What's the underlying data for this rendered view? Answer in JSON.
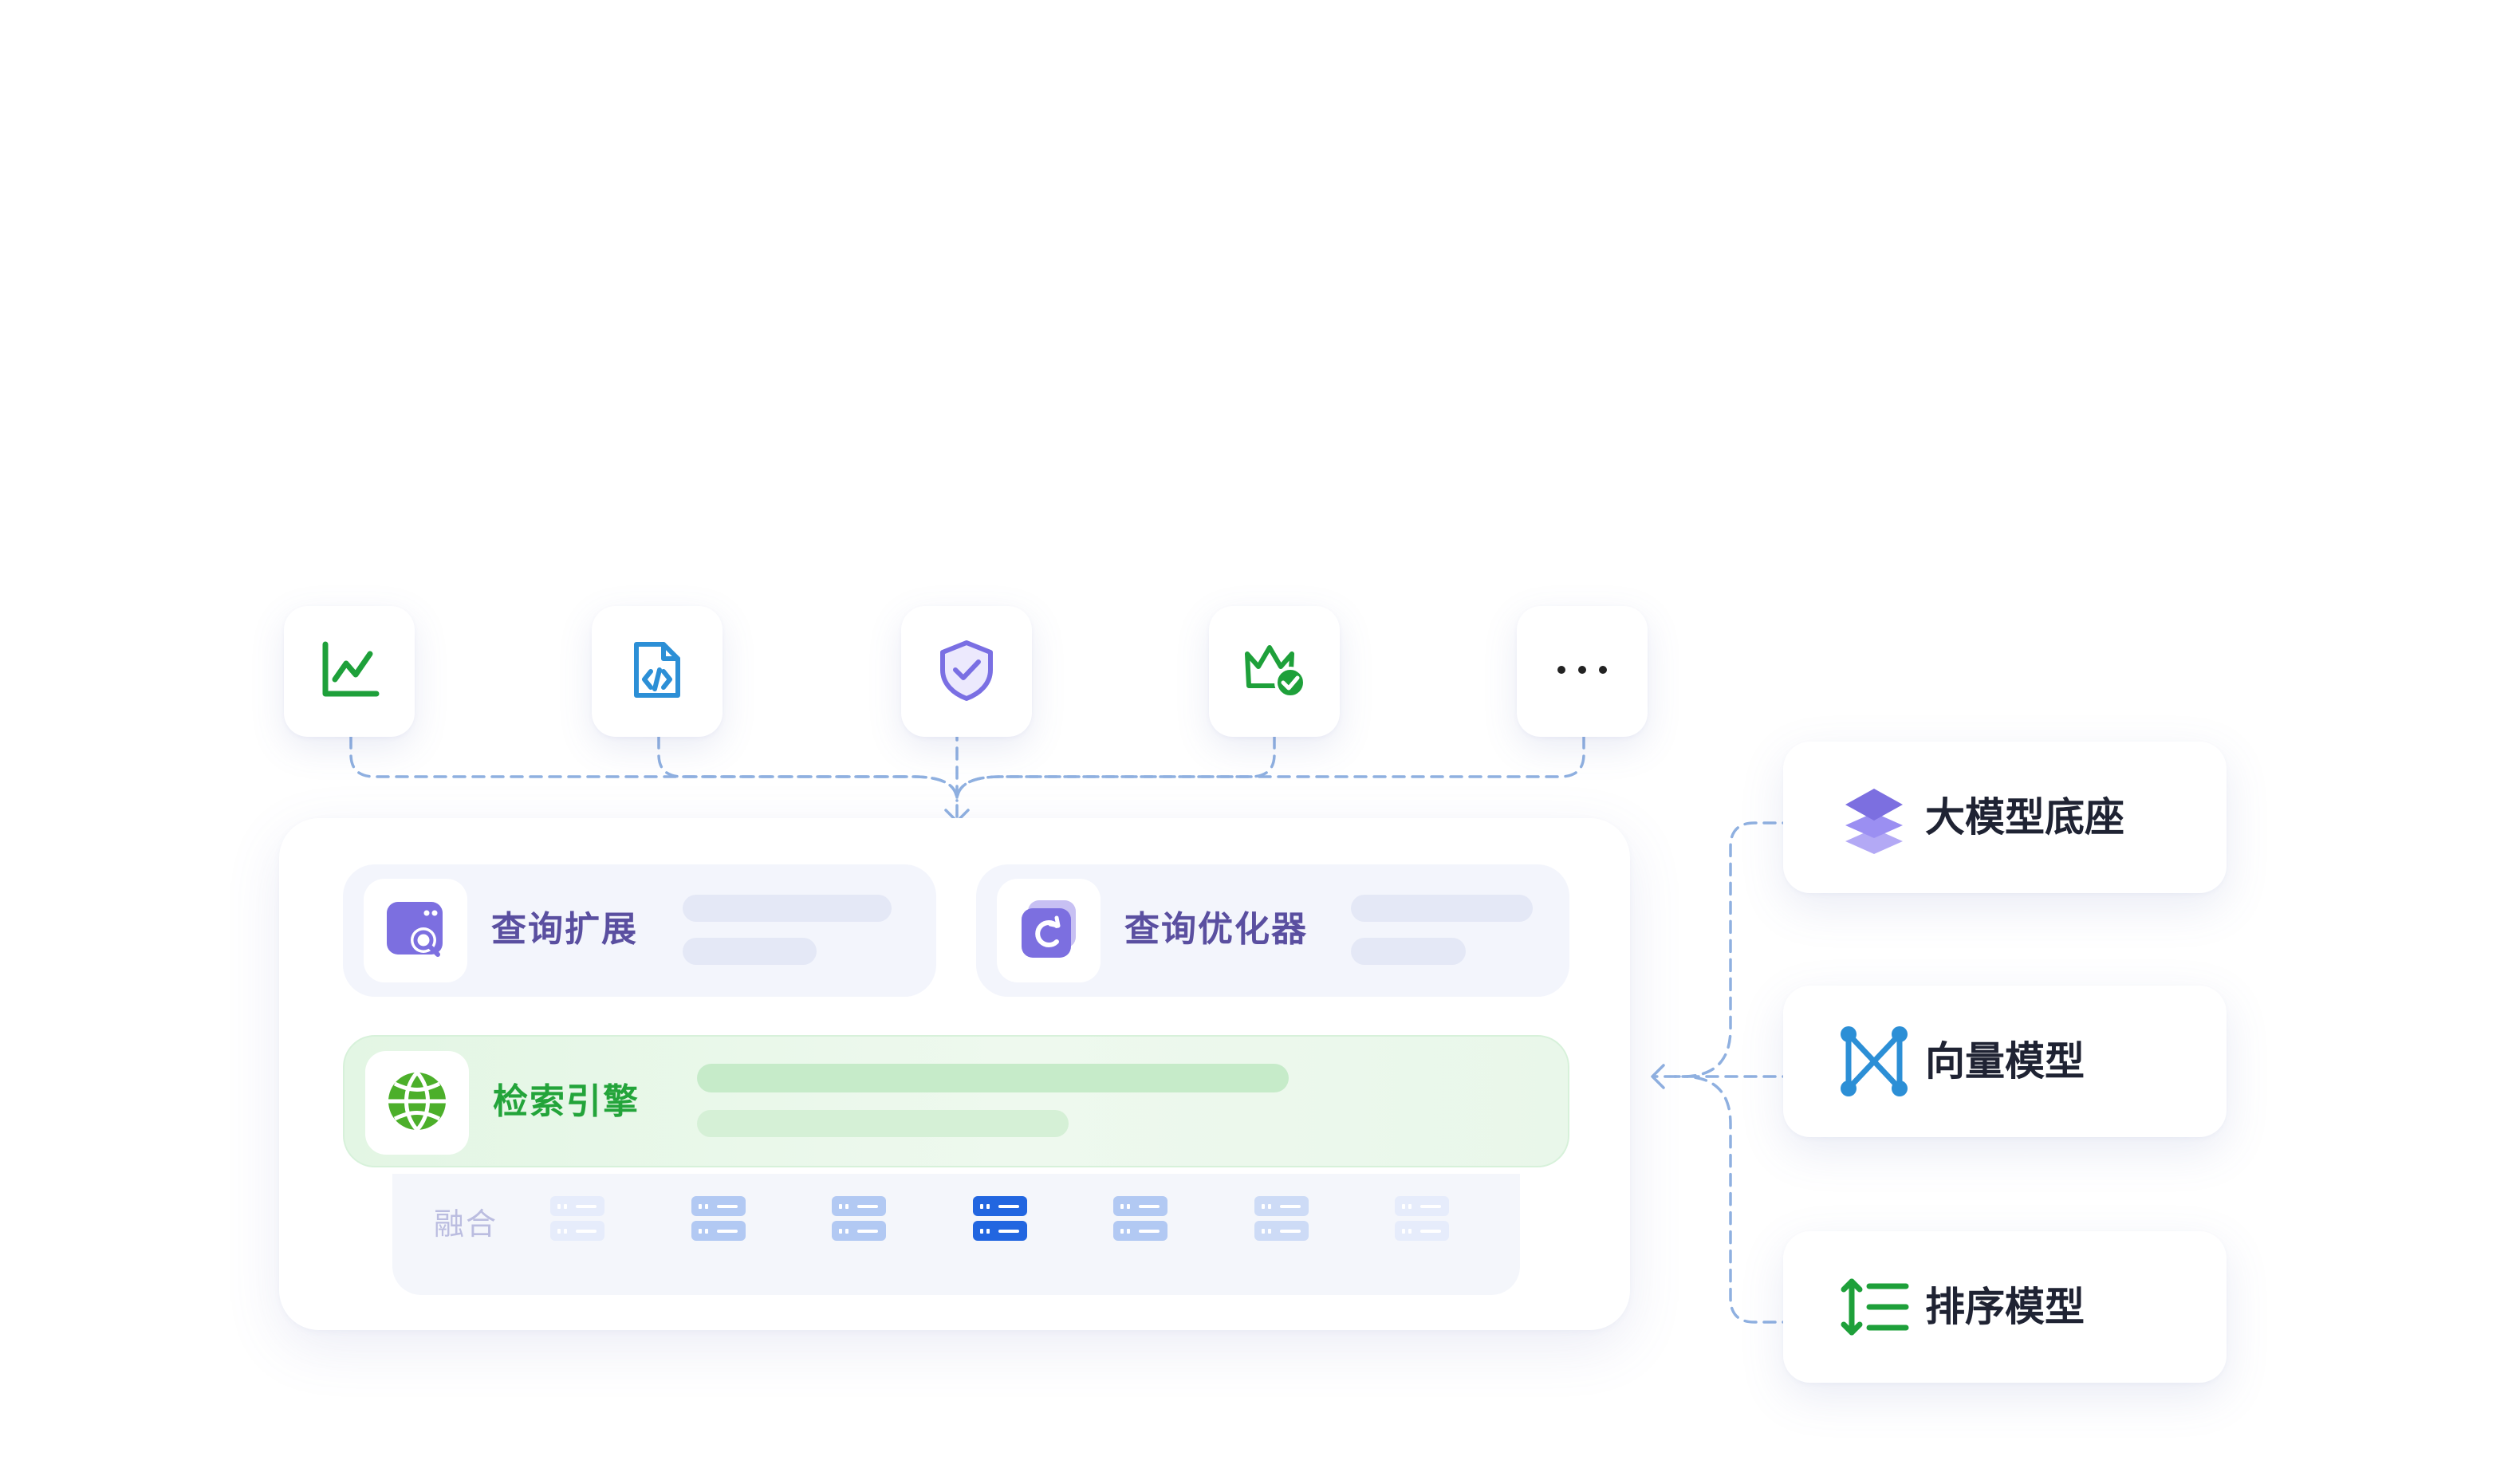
{
  "top_tools": [
    {
      "icon": "line-chart-icon",
      "color": "#1ea03a"
    },
    {
      "icon": "code-file-icon",
      "color": "#2c8fd6"
    },
    {
      "icon": "shield-check-icon",
      "color": "#7a6fe3"
    },
    {
      "icon": "crown-check-icon",
      "color": "#1ea03a"
    },
    {
      "icon": "more-icon",
      "color": "#222222"
    }
  ],
  "pipeline": {
    "query_expansion": {
      "label": "查询扩展",
      "icon": "browser-search-icon",
      "color": "#7c6fe0"
    },
    "query_optimizer": {
      "label": "查询优化器",
      "icon": "refresh-icon",
      "color": "#7c6fe0"
    },
    "search_engine": {
      "label": "检索引擎",
      "icon": "globe-icon",
      "color": "#4caf2a"
    },
    "fusion": {
      "label": "融合",
      "servers": 7,
      "highlight_index": 3
    }
  },
  "models": [
    {
      "label": "大模型底座",
      "icon": "layers-icon",
      "color": "#7c6fe0"
    },
    {
      "label": "向量模型",
      "icon": "vector-nodes-icon",
      "color": "#2c8fd6"
    },
    {
      "label": "排序模型",
      "icon": "sort-list-icon",
      "color": "#1ea03a"
    }
  ],
  "colors": {
    "connector": "#8fb0e0",
    "server_active": "#2266e0",
    "label_purple": "#5a4fa0",
    "label_green": "#23a43a"
  }
}
